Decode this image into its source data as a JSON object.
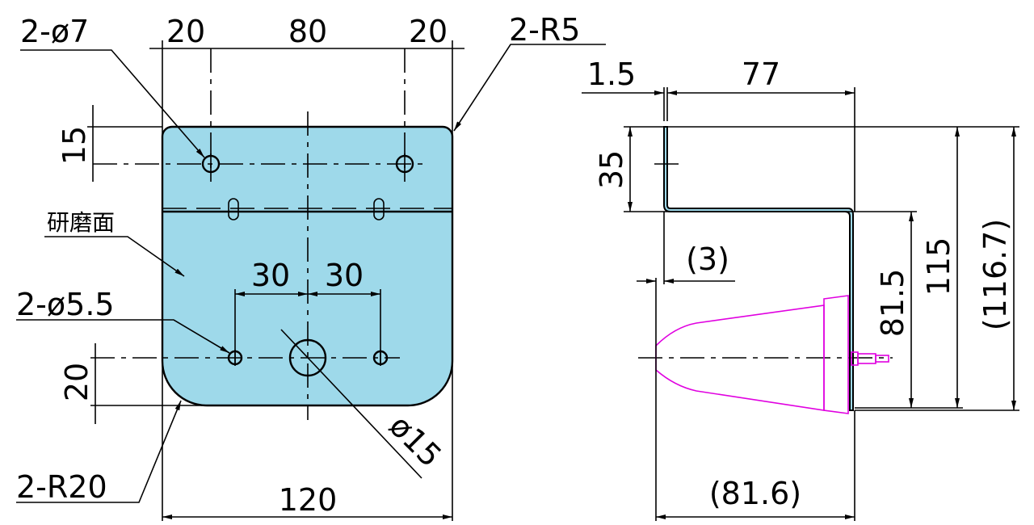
{
  "front_view": {
    "hole_top_callout": "2-ø7",
    "dim_top_left": "20",
    "dim_top_middle": "80",
    "dim_top_right": "20",
    "corner_top_callout": "2-R5",
    "dim_hole_offset_vertical": "15",
    "surface_note": "研磨面",
    "dim_lower_left": "30",
    "dim_lower_right": "30",
    "hole_lower_callout": "2-ø5.5",
    "dim_lower_hole_vertical": "20",
    "center_hole_callout": "ø15",
    "corner_bottom_callout": "2-R20",
    "dim_width": "120",
    "plate_color": "#9ed9ea"
  },
  "side_view": {
    "dim_thickness": "1.5",
    "dim_depth": "77",
    "dim_top_flange": "35",
    "dim_offset": "(3)",
    "dim_lower_height": "81.5",
    "dim_total_height": "115",
    "dim_overall_height": "(116.7)",
    "dim_overall_depth": "(81.6)",
    "part_color": "#e000e0"
  }
}
